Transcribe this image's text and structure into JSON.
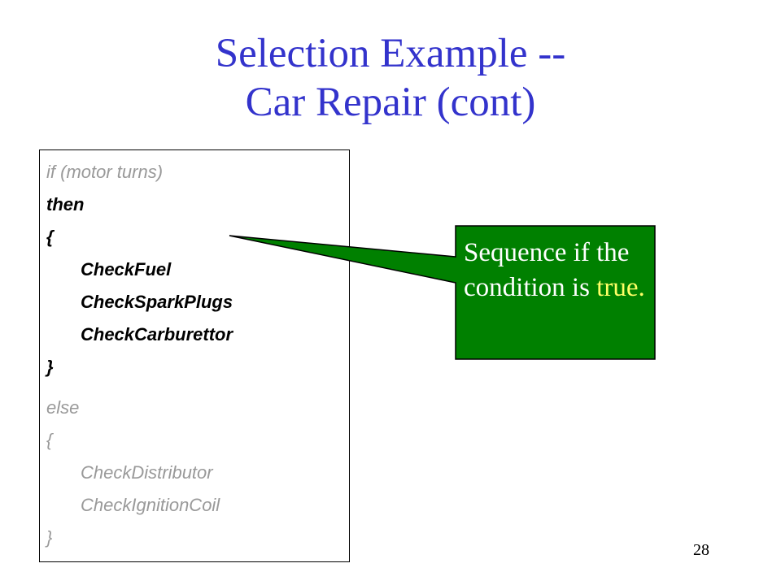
{
  "slide": {
    "title_line1": "Selection Example --",
    "title_line2": "Car Repair (cont)",
    "page_number": "28"
  },
  "code": {
    "lines": [
      "if (motor turns)",
      "then",
      "{",
      "CheckFuel",
      "CheckSparkPlugs",
      "CheckCarburettor",
      "}",
      "else",
      "{",
      "CheckDistributor",
      "CheckIgnitionCoil",
      "}"
    ]
  },
  "callout": {
    "text_part1": "Sequence if the condition is ",
    "text_highlight": "true.",
    "fill_color": "#008000",
    "highlight_color": "#ffff66"
  },
  "colors": {
    "title": "#3333cc",
    "code_dim": "#999999",
    "code_emphasis": "#000000"
  }
}
